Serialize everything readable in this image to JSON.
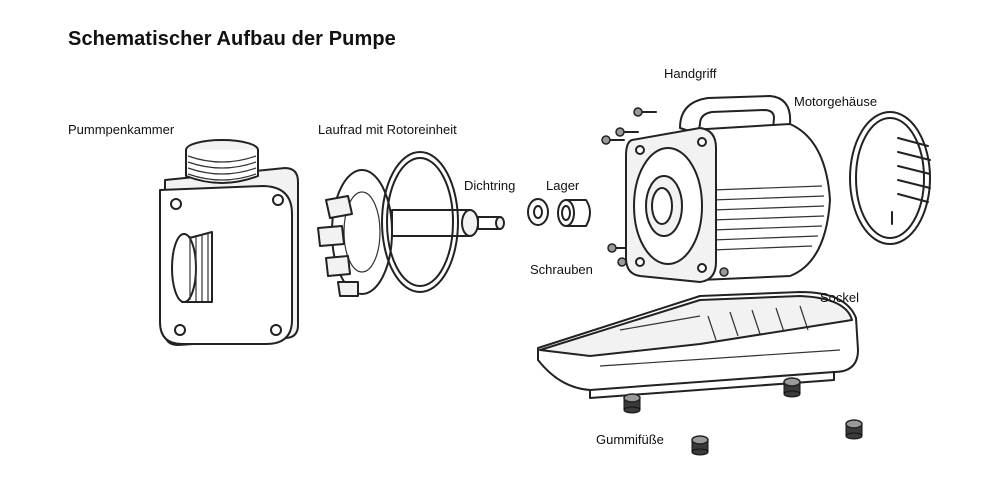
{
  "title": "Schematischer Aufbau der Pumpe",
  "labels": {
    "pump_chamber": "Pummpenkammer",
    "impeller": "Laufrad mit Rotoreinheit",
    "seal": "Dichtring",
    "bearing": "Lager",
    "handle": "Handgriff",
    "motor_housing": "Motorgehäuse",
    "screws": "Schrauben",
    "base": "Sockel",
    "rubber_feet": "Gummifüße"
  }
}
